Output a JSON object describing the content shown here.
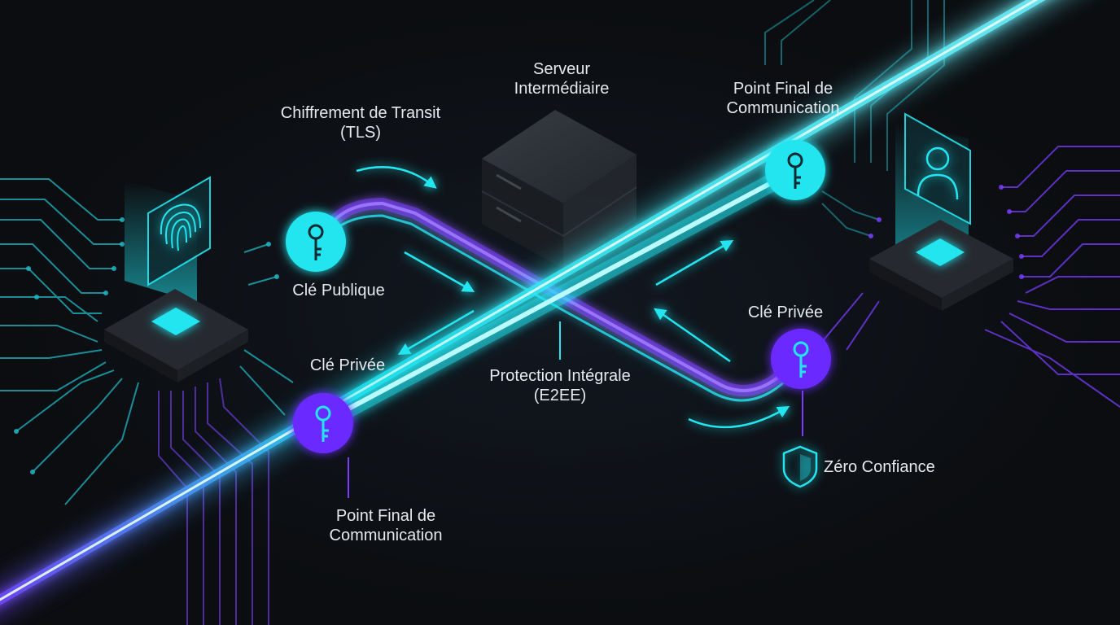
{
  "colors": {
    "background": "#0b0d10",
    "cyan": "#22e5f0",
    "purple": "#7a3cff",
    "label": "#e6e9ee"
  },
  "labels": {
    "server": [
      "Serveur",
      "Intermédiaire"
    ],
    "transit": [
      "Chiffrement de Transit",
      "(TLS)"
    ],
    "endpoint_right": [
      "Point Final de",
      "Communication"
    ],
    "public_key": "Clé Publique",
    "private_key_left": "Clé Privée",
    "private_key_right": "Clé Privée",
    "e2ee": [
      "Protection Intégrale",
      "(E2EE)"
    ],
    "zero_trust": "Zéro Confiance",
    "endpoint_left": [
      "Point Final de",
      "Communication"
    ]
  },
  "icons": {
    "left_device": "fingerprint-icon",
    "right_device": "user-icon",
    "keys": "key-icon",
    "shield": "shield-icon",
    "server": "server-stack-icon"
  }
}
